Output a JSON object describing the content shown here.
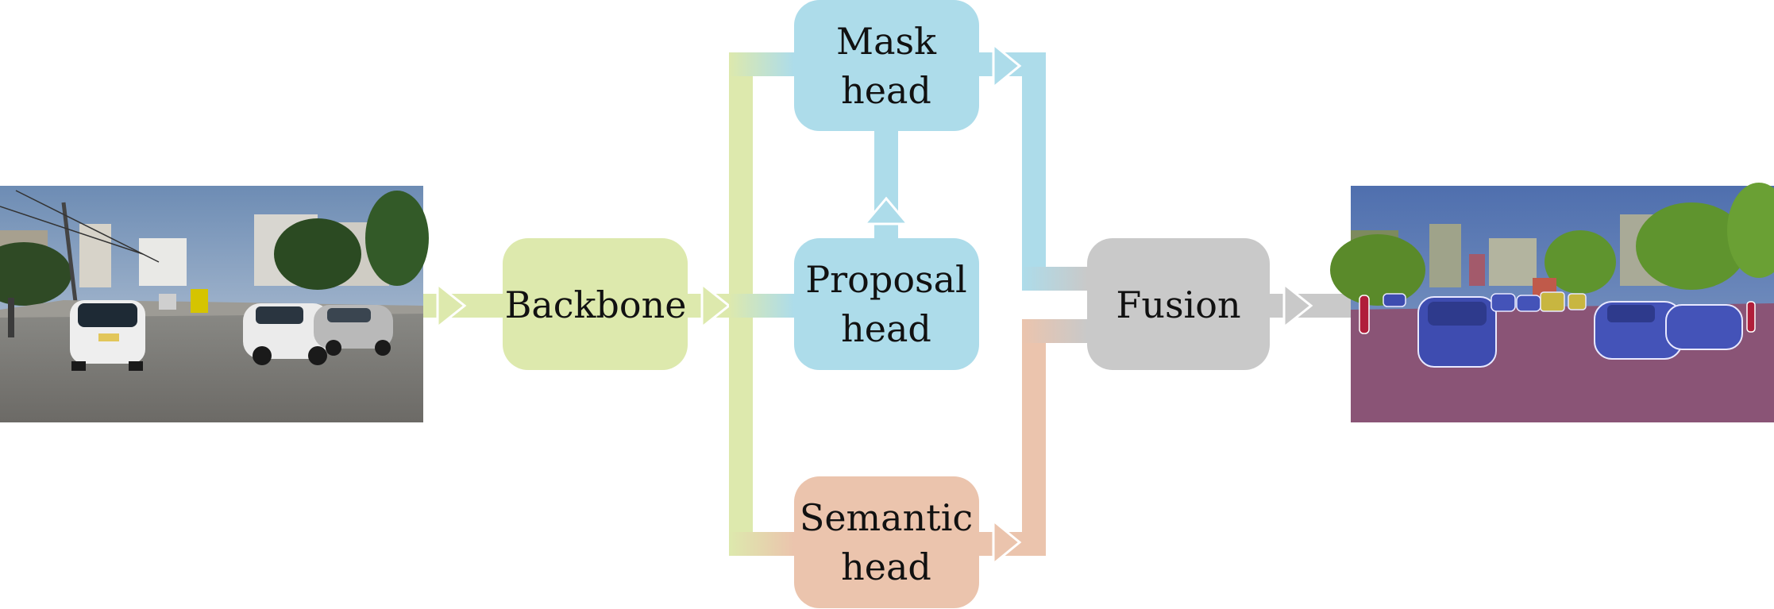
{
  "colors": {
    "backbone": "#dde9ad",
    "proposal": "#addcea",
    "semantic": "#ebc4ad",
    "fusion": "#c9c9c9",
    "background": "#ffffff"
  },
  "nodes": {
    "input_image": {
      "label": "",
      "kind": "photo",
      "description_name": "input-street-scene"
    },
    "backbone": {
      "lines": [
        "Backbone"
      ]
    },
    "mask_head": {
      "lines": [
        "Mask",
        "head"
      ]
    },
    "proposal_head": {
      "lines": [
        "Proposal",
        "head"
      ]
    },
    "semantic_head": {
      "lines": [
        "Semantic",
        "head"
      ]
    },
    "fusion": {
      "lines": [
        "Fusion"
      ]
    },
    "output_image": {
      "label": "",
      "kind": "panoptic-segmentation-photo"
    }
  },
  "edges": [
    {
      "from": "input_image",
      "to": "backbone"
    },
    {
      "from": "backbone",
      "to": "mask_head"
    },
    {
      "from": "backbone",
      "to": "proposal_head"
    },
    {
      "from": "backbone",
      "to": "semantic_head"
    },
    {
      "from": "proposal_head",
      "to": "mask_head"
    },
    {
      "from": "mask_head",
      "to": "fusion"
    },
    {
      "from": "semantic_head",
      "to": "fusion"
    },
    {
      "from": "fusion",
      "to": "output_image"
    }
  ]
}
